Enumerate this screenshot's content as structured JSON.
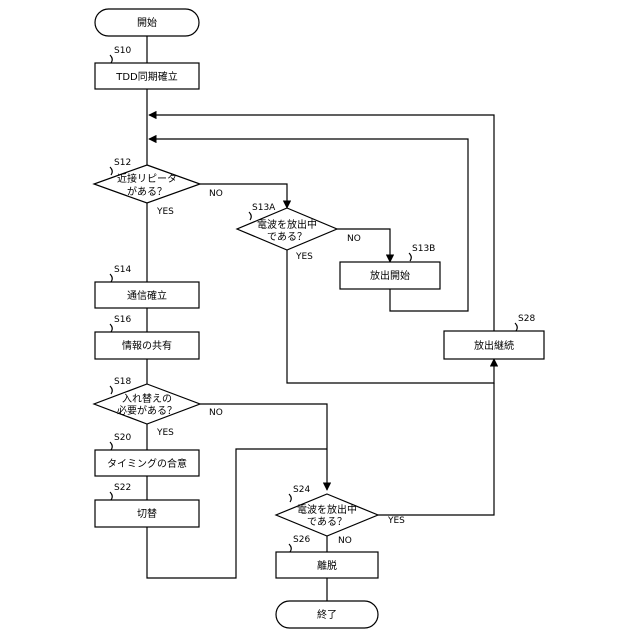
{
  "nodes": {
    "start": {
      "label": "開始"
    },
    "s10": {
      "step": "S10",
      "label": "TDD同期確立"
    },
    "s12": {
      "step": "S12",
      "line1": "近接リピータ",
      "line2": "がある？"
    },
    "s13a": {
      "step": "S13A",
      "line1": "電波を放出中",
      "line2": "である？"
    },
    "s13b": {
      "step": "S13B",
      "label": "放出開始"
    },
    "s14": {
      "step": "S14",
      "label": "通信確立"
    },
    "s16": {
      "step": "S16",
      "label": "情報の共有"
    },
    "s18": {
      "step": "S18",
      "line1": "入れ替えの",
      "line2": "必要がある？"
    },
    "s20": {
      "step": "S20",
      "label": "タイミングの合意"
    },
    "s22": {
      "step": "S22",
      "label": "切替"
    },
    "s24": {
      "step": "S24",
      "line1": "電波を放出中",
      "line2": "である？"
    },
    "s26": {
      "step": "S26",
      "label": "離脱"
    },
    "s28": {
      "step": "S28",
      "label": "放出継続"
    },
    "end": {
      "label": "終了"
    }
  },
  "edge_labels": {
    "s12_yes": "YES",
    "s12_no": "NO",
    "s13a_yes": "YES",
    "s13a_no": "NO",
    "s18_yes": "YES",
    "s18_no": "NO",
    "s24_yes": "YES",
    "s24_no": "NO"
  }
}
